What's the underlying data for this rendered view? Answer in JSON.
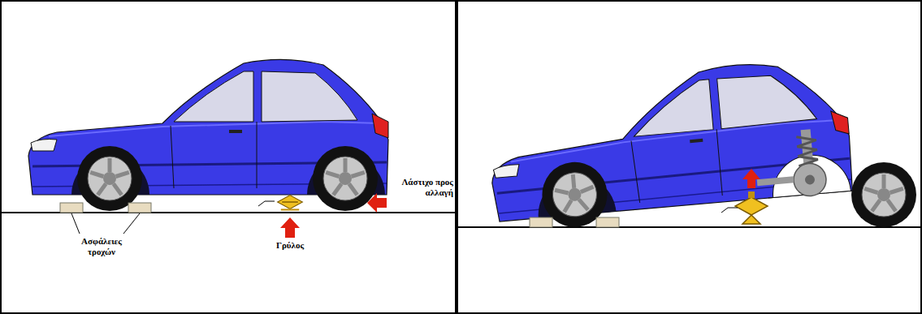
{
  "diagram": {
    "labels": [
      "Ασφάλειες τροχών",
      "Γρύλος",
      "Λάστιχο προς αλλαγή"
    ]
  }
}
